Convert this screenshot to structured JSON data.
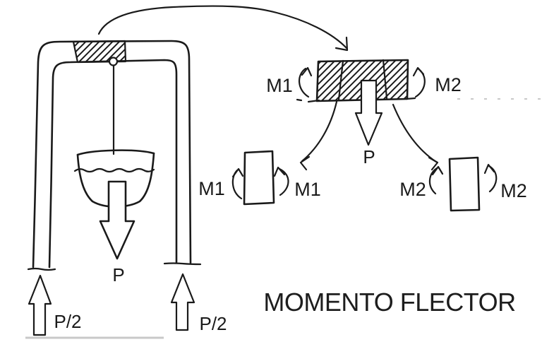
{
  "title": "MOMENTO FLECTOR",
  "colors": {
    "ink": "#1a1a1a",
    "paper": "#ffffff"
  },
  "frame_diagram": {
    "load_label": "P",
    "left_reaction_label": "P/2",
    "right_reaction_label": "P/2"
  },
  "beam_detail": {
    "left_moment_label": "M1",
    "right_moment_label": "M2",
    "load_label": "P"
  },
  "m1_element": {
    "left_label": "M1",
    "right_label": "M1"
  },
  "m2_element": {
    "left_label": "M2",
    "right_label": "M2"
  }
}
